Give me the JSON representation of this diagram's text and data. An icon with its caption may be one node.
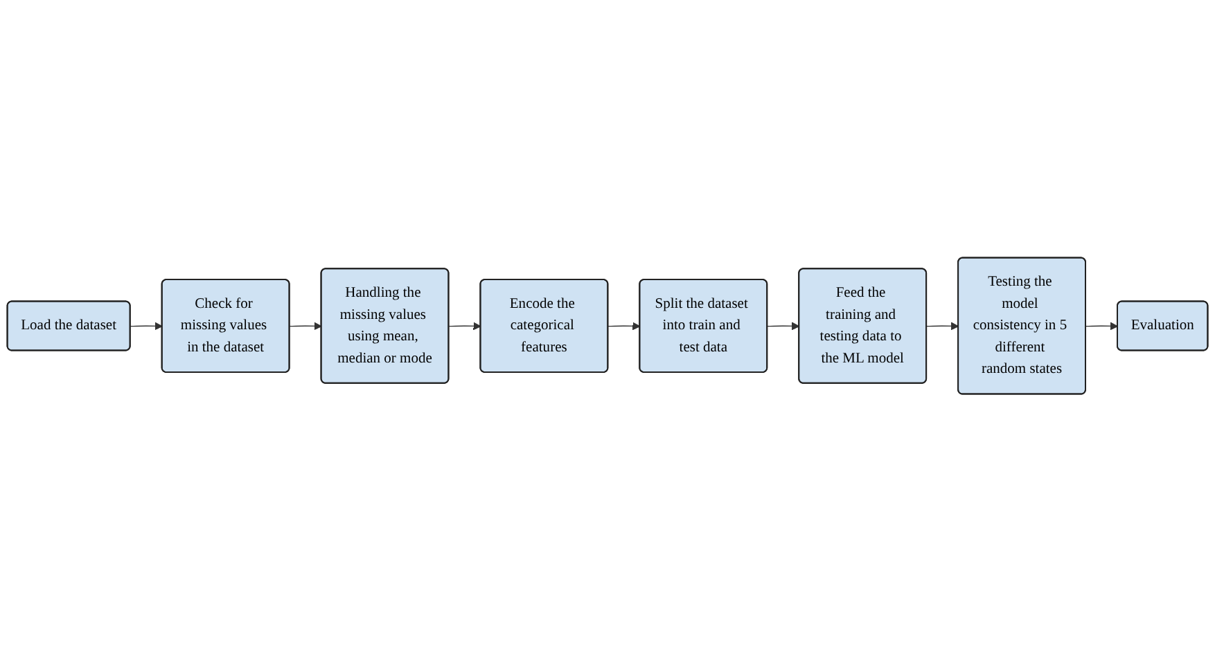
{
  "diagram": {
    "nodes": [
      {
        "text": [
          "Load the dataset"
        ]
      },
      {
        "text": [
          "Check for missing values in the dataset"
        ]
      },
      {
        "text": [
          "Handling the missing values using mean, median or mode"
        ]
      },
      {
        "text": [
          "Encode the categorical features"
        ]
      },
      {
        "text": [
          "Split the dataset into train and test data"
        ]
      },
      {
        "text": [
          "Feed the training and testing data to the ML model"
        ]
      },
      {
        "text": [
          "Testing the model consistency in 5 different random states"
        ]
      },
      {
        "text": [
          "Evaluation"
        ]
      }
    ],
    "edges": [
      {
        "from": 0,
        "to": 1,
        "arrow": "to"
      },
      {
        "from": 1,
        "to": 2,
        "arrow": "to"
      },
      {
        "from": 2,
        "to": 3,
        "arrow": "to"
      },
      {
        "from": 3,
        "to": 4,
        "arrow": "to"
      },
      {
        "from": 4,
        "to": 5,
        "arrow": "to"
      },
      {
        "from": 5,
        "to": 6,
        "arrow": "to"
      },
      {
        "from": 6,
        "to": 7,
        "arrow": "to"
      }
    ]
  }
}
